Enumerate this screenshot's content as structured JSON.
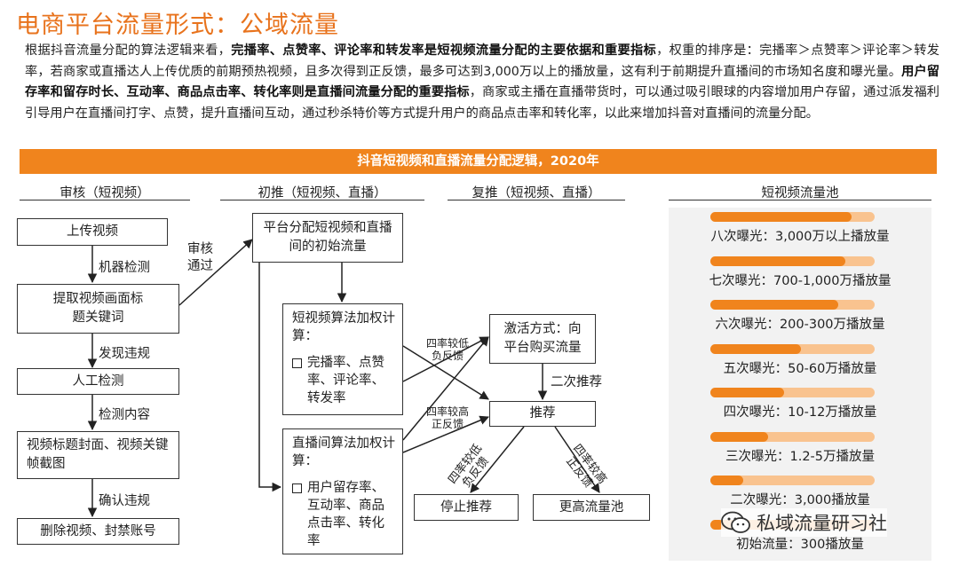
{
  "title": "电商平台流量形式：公域流量",
  "intro": {
    "p1": "根据抖音流量分配的算法逻辑来看，",
    "b1": "完播率、点赞率、评论率和转发率是短视频流量分配的主要依据和重要指标",
    "p2": "，权重的排序是：完播率＞点赞率＞评论率＞转发率，若商家或直播达人上传优质的前期预热视频，且多次得到正反馈，最多可达到3,000万以上的播放量，这有利于前期提升直播间的市场知名度和曝光量。",
    "b2": "用户留存率和留存时长、互动率、商品点击率、转化率则是直播间流量分配的重要指标",
    "p3": "，商家或主播在直播带货时，可以通过吸引眼球的内容增加用户存留，通过派发福利引导用户在直播间打字、点赞，提升直播间互动，通过秒杀特价等方式提升用户的商品点击率和转化率，以此来增加抖音对直播间的流量分配。"
  },
  "banner": "抖音短视频和直播流量分配逻辑，2020年",
  "columns": {
    "audit": "审核（短视频）",
    "initial": "初推（短视频、直播）",
    "repush": "复推（短视频、直播）",
    "pool": "短视频流量池"
  },
  "audit": {
    "upload": "上传视频",
    "machine": "机器检测",
    "extract": "提取视频画面标题关键词",
    "violation1": "发现违规",
    "manual": "人工检测",
    "content": "检测内容",
    "snapshot": "视频标题封面、视频关键帧截图",
    "violation2": "确认违规",
    "delete": "删除视频、封禁账号",
    "pass": "审核通过"
  },
  "initial": {
    "platform": "平台分配短视频和直播间的初始流量",
    "short_title": "短视频算法加权计算：",
    "short_items": "完播率、点赞率、评论率、转发率",
    "live_title": "直播间算法加权计算：",
    "live_items": "用户留存率、互动率、商品点击率、转化率"
  },
  "repush": {
    "activate": "激活方式：向平台购买流量",
    "second": "二次推荐",
    "recommend": "推荐",
    "stop": "停止推荐",
    "higher": "更高流量池",
    "low": "四率较低负反馈",
    "high": "四率较高正反馈",
    "low_diag": "四率较低负反馈",
    "high_diag": "四率较高正反馈"
  },
  "pool": [
    {
      "label": "八次曝光：3,000万以上播放量",
      "fill": 0.86
    },
    {
      "label": "七次曝光：700-1,000万播放量",
      "fill": 0.82
    },
    {
      "label": "六次曝光：200-300万播放量",
      "fill": 0.78
    },
    {
      "label": "五次曝光：50-60万播放量",
      "fill": 0.55
    },
    {
      "label": "四次曝光：10-12万播放量",
      "fill": 0.45
    },
    {
      "label": "三次曝光：1.2-5万播放量",
      "fill": 0.35
    },
    {
      "label": "二次曝光：3,000播放量",
      "fill": 0.2
    },
    {
      "label": "初始流量：300播放量",
      "fill": 0.08
    }
  ],
  "watermark": "私域流量研习社",
  "colors": {
    "accent": "#f0841d",
    "accent_light": "#f9c38f",
    "title": "#e8731d"
  }
}
